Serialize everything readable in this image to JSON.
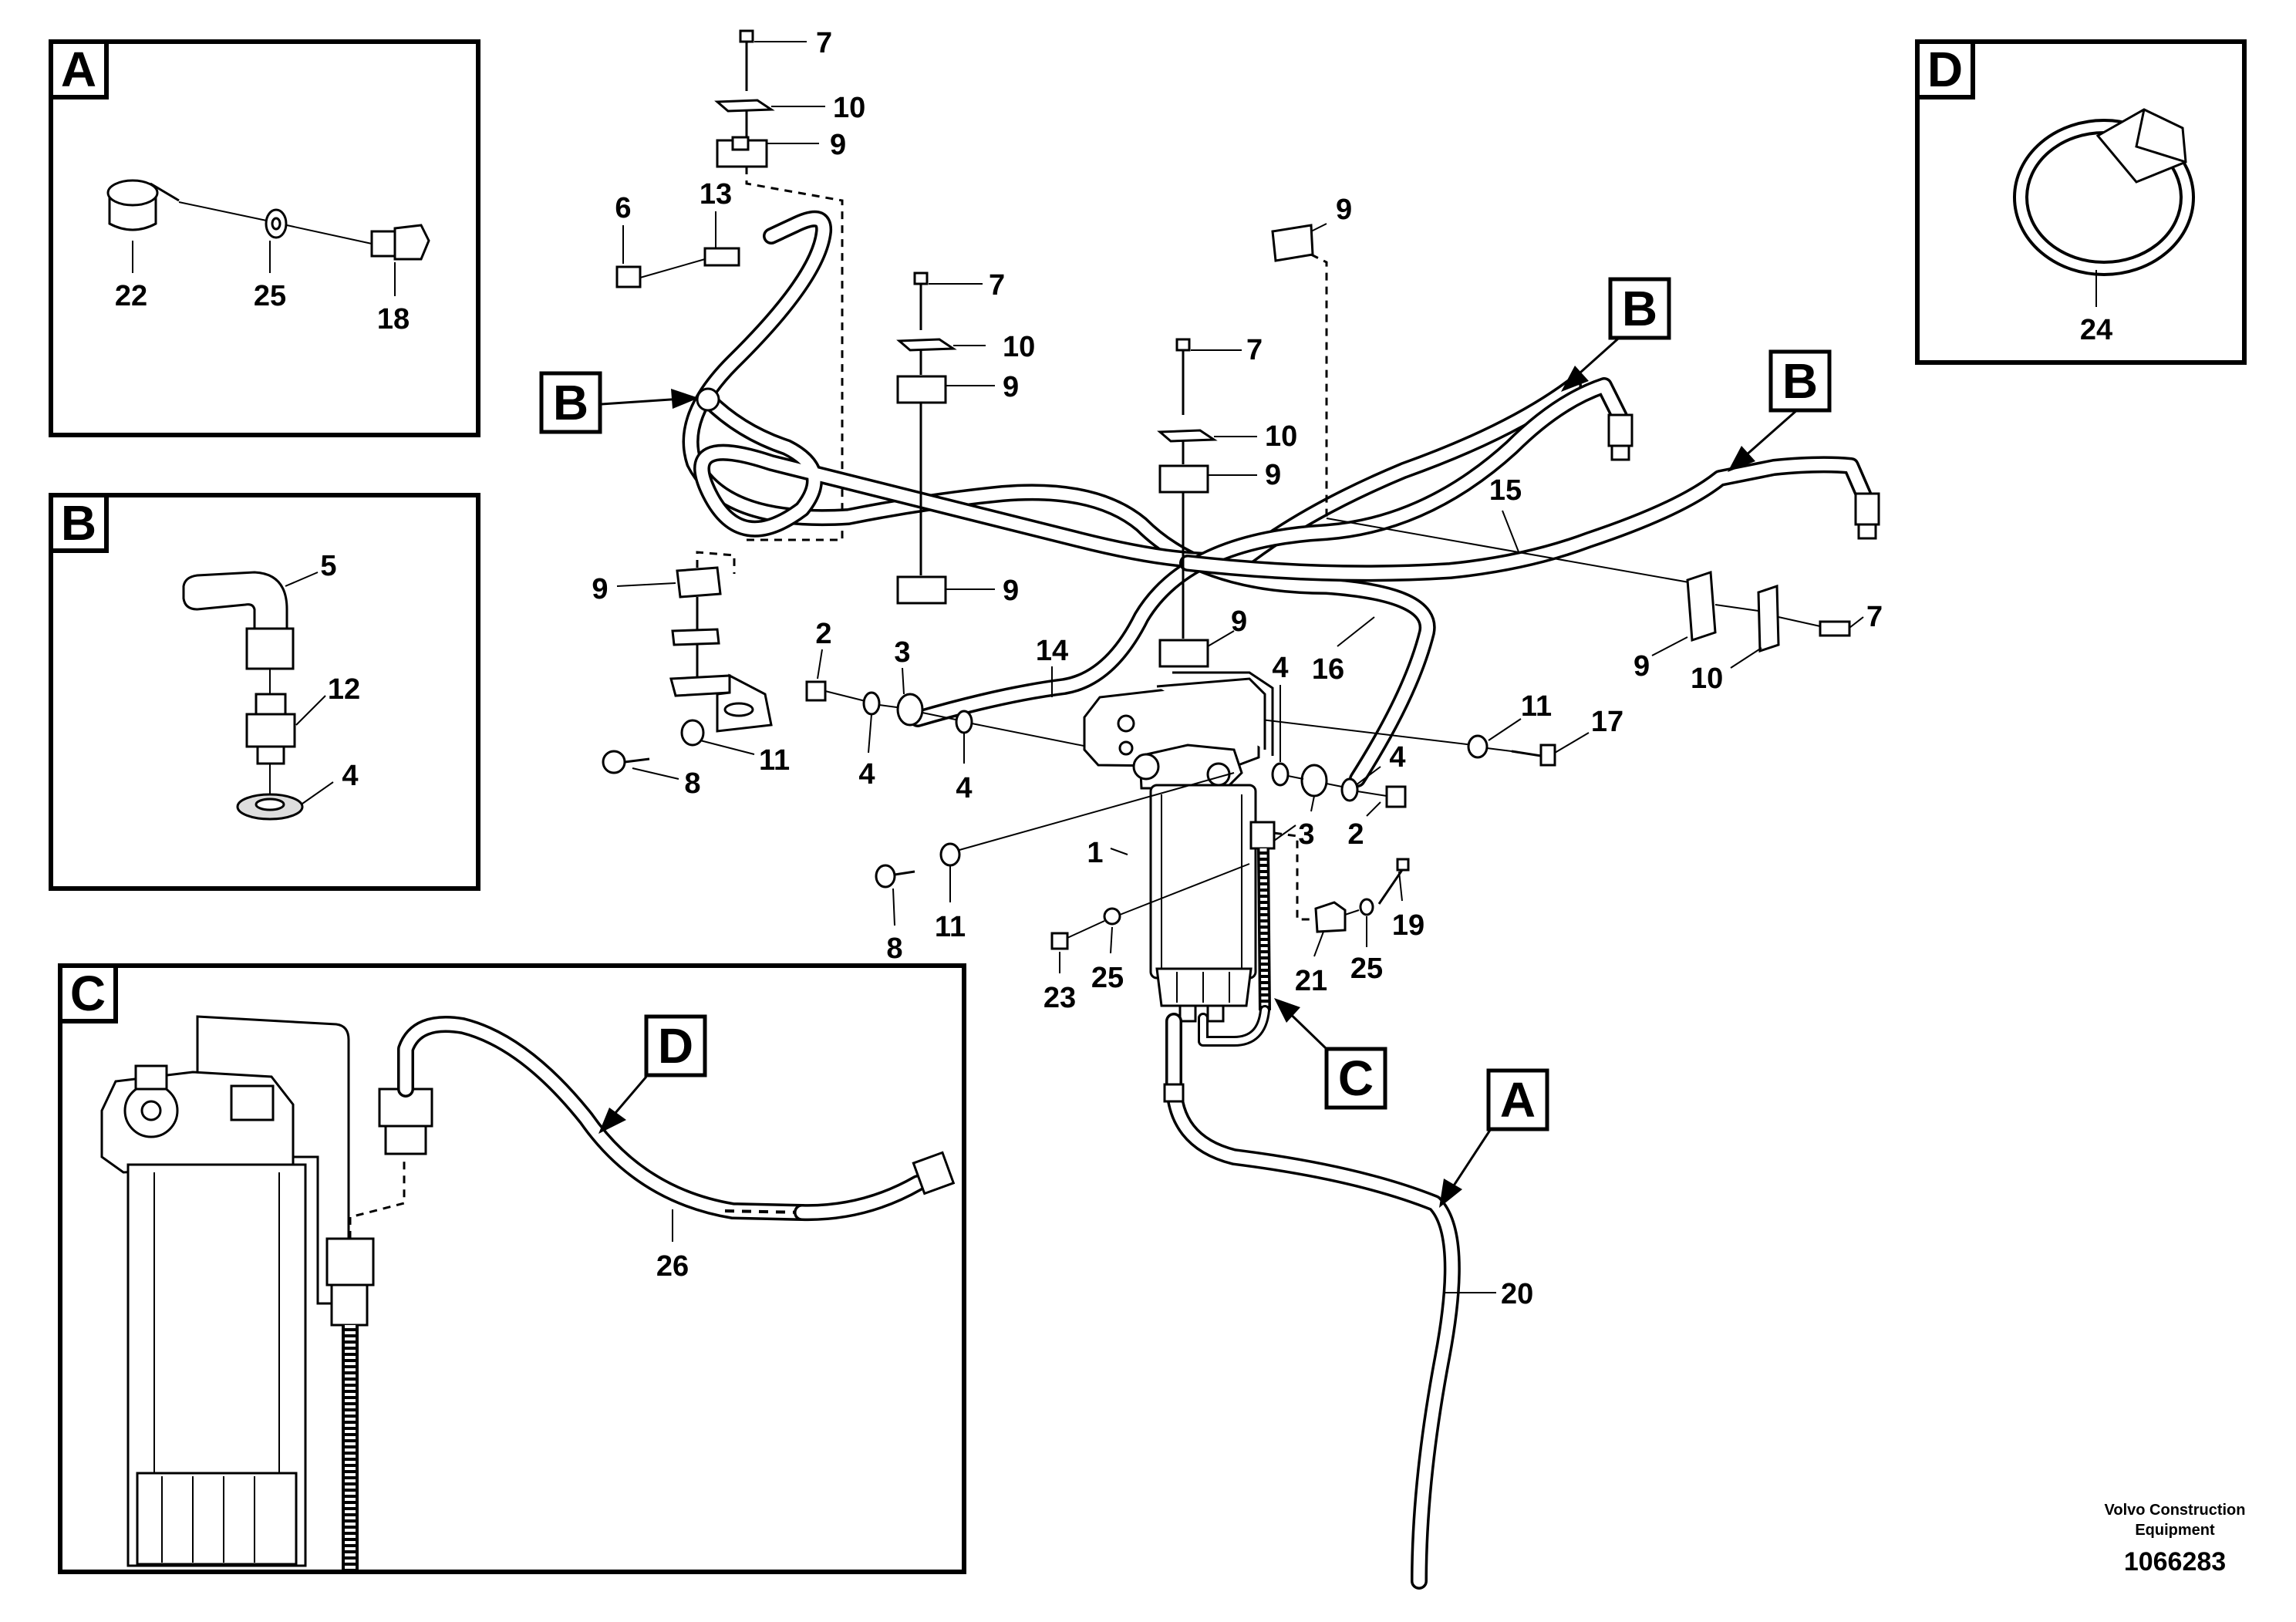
{
  "detail_boxes": {
    "A": {
      "letter": "A",
      "labels": [
        "22",
        "25",
        "18"
      ]
    },
    "B": {
      "letter": "B",
      "labels": [
        "5",
        "12",
        "4"
      ]
    },
    "C": {
      "letter": "C",
      "labels": [
        "26"
      ]
    },
    "D": {
      "letter": "D",
      "labels": [
        "24"
      ]
    }
  },
  "callouts": [
    "B",
    "B",
    "B",
    "C",
    "A",
    "D"
  ],
  "part_numbers": {
    "p7a": "7",
    "p10a": "10",
    "p9a": "9",
    "p13": "13",
    "p6": "6",
    "p7b": "7",
    "p10b": "10",
    "p9b": "9",
    "p9c": "9",
    "p7c": "7",
    "p10c": "10",
    "p9d": "9",
    "p9e": "9",
    "p9f": "9",
    "p15": "15",
    "p16": "16",
    "p7d": "7",
    "p9g": "9",
    "p10d": "10",
    "p9h": "9",
    "p11a": "11",
    "p8a": "8",
    "p2a": "2",
    "p3a": "3",
    "p14": "14",
    "p4a": "4",
    "p4b": "4",
    "p4c": "4",
    "p11b": "11",
    "p17": "17",
    "p4d": "4",
    "p3b": "3",
    "p2b": "2",
    "p1": "1",
    "p8b": "8",
    "p11c": "11",
    "p23": "23",
    "p25a": "25",
    "p21": "21",
    "p25b": "25",
    "p19": "19",
    "p20": "20"
  },
  "footer": {
    "brand_line1": "Volvo Construction",
    "brand_line2": "Equipment",
    "doc_number": "1066283"
  }
}
